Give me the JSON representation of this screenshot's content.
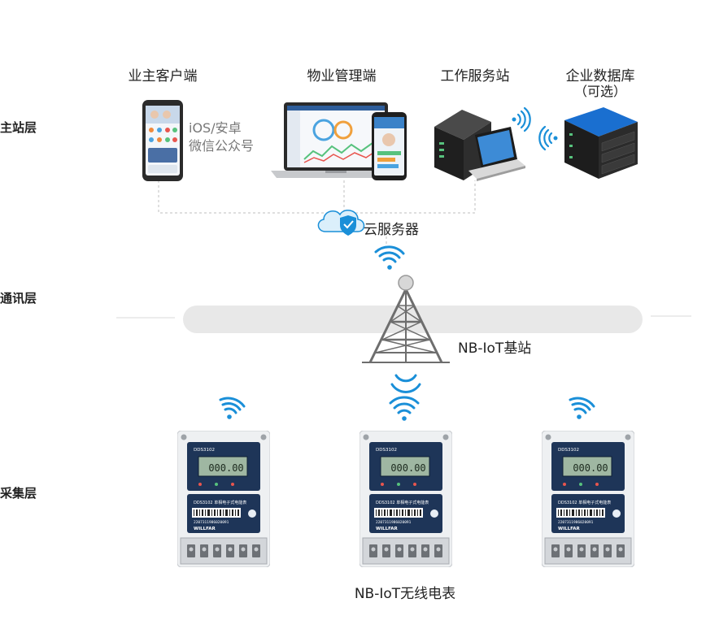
{
  "layers": {
    "master": "主站层",
    "comm": "通讯层",
    "collect": "采集层"
  },
  "nodes": {
    "owner_client": "业主客户端",
    "property_client": "物业管理端",
    "workstation": "工作服务站",
    "database_line1": "企业数据库",
    "database_line2": "（可选）",
    "phone_platform_line1": "iOS/安卓",
    "phone_platform_line2": "微信公众号",
    "cloud": "云服务器",
    "base_station": "NB-IoT基站",
    "meters": "NB-IoT无线电表"
  },
  "meter_text": {
    "model": "DDS3102",
    "label": "单相电子式电能表",
    "lcd_value": "000.00",
    "brand": "WILLFAR",
    "serial": "2207311986020091"
  },
  "colors": {
    "accent": "#1a8fd8",
    "meter_panel": "#1e3558",
    "band": "#e8e8e8"
  }
}
